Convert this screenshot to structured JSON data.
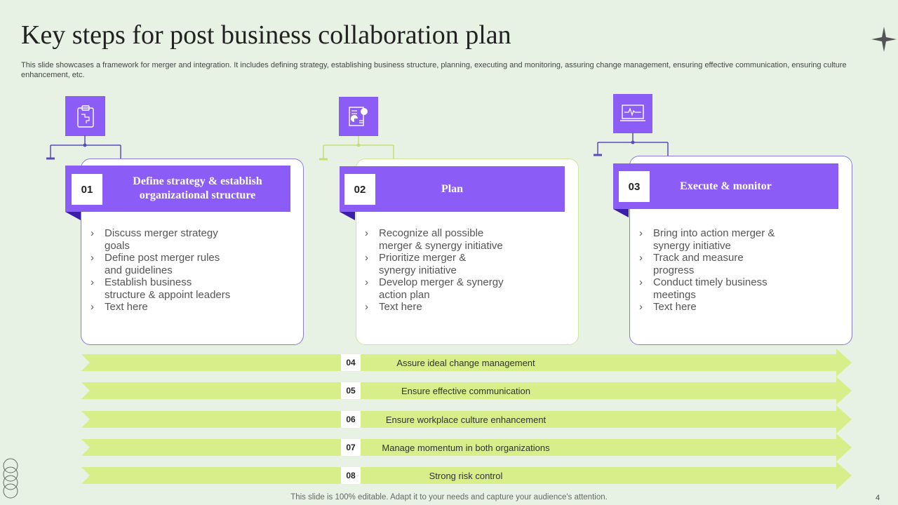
{
  "slide": {
    "title": "Key steps for post business collaboration plan",
    "subtitle": "This slide showcases a framework for merger and integration. It includes defining strategy, establishing business structure, planning, executing and monitoring, assuring change management, ensuring effective communication, ensuring culture enhancement, etc.",
    "footer": "This slide is 100% editable. Adapt it to your needs and capture your audience's attention.",
    "page_number": "4"
  },
  "colors": {
    "background": "#e8f2e4",
    "purple": "#8b5cf6",
    "dark_purple": "#3b1fa8",
    "lime": "#d8ee8a"
  },
  "steps": [
    {
      "number": "01",
      "title": "Define strategy & establish organizational structure",
      "icon": "clipboard-icon",
      "items": [
        "Discuss merger strategy goals",
        "Define post merger rules and guidelines",
        "Establish business structure & appoint leaders",
        "Text here"
      ]
    },
    {
      "number": "02",
      "title": "Plan",
      "icon": "report-icon",
      "items": [
        "Recognize all possible merger & synergy initiative",
        "Prioritize merger & synergy initiative",
        "Develop merger & synergy action plan",
        "Text here"
      ]
    },
    {
      "number": "03",
      "title": "Execute & monitor",
      "icon": "monitor-icon",
      "items": [
        "Bring into action merger & synergy initiative",
        "Track and measure progress",
        "Conduct timely business meetings",
        "Text here"
      ]
    }
  ],
  "arrows": [
    {
      "number": "04",
      "label": "Assure ideal change management"
    },
    {
      "number": "05",
      "label": "Ensure effective  communication"
    },
    {
      "number": "06",
      "label": "Ensure workplace culture enhancement"
    },
    {
      "number": "07",
      "label": "Manage momentum  in both organizations"
    },
    {
      "number": "08",
      "label": "Strong risk control"
    }
  ]
}
